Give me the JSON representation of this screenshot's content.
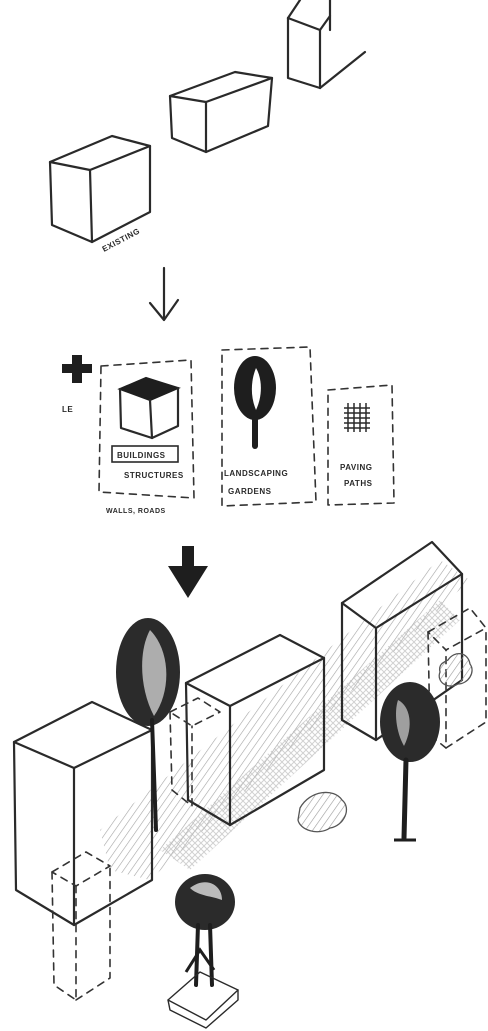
{
  "labels": {
    "existing": "EXISTING",
    "plus_note": "LE",
    "buildings": "BUILDINGS",
    "structures": "STRUCTURES",
    "walls_roads": "WALLS, ROADS",
    "landscaping": "LANDSCAPING",
    "gardens": "GARDENS",
    "paving": "PAVING",
    "paths": "PATHS"
  },
  "colors": {
    "ink": "#2a2a2a",
    "paper": "#ffffff",
    "hatch": "#9a9a9a"
  },
  "icons": {
    "plus": "plus-icon",
    "arrow_thin": "arrow-down-icon",
    "arrow_bold": "arrow-down-bold-icon",
    "building": "building-icon",
    "tree": "tree-icon",
    "paving": "paving-grid-icon"
  }
}
